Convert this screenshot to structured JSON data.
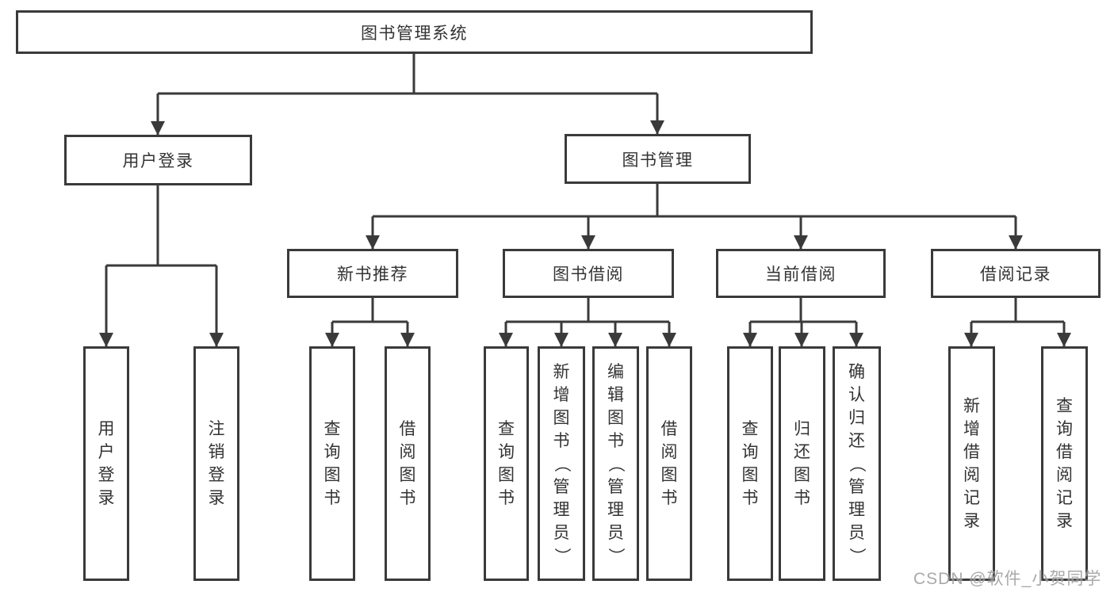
{
  "diagram_title": "图书管理系统",
  "tree": {
    "label": "图书管理系统",
    "children": [
      {
        "label": "用户登录",
        "children": [
          {
            "label": "用户登录"
          },
          {
            "label": "注销登录"
          }
        ]
      },
      {
        "label": "图书管理",
        "children": [
          {
            "label": "新书推荐",
            "children": [
              {
                "label": "查询图书"
              },
              {
                "label": "借阅图书"
              }
            ]
          },
          {
            "label": "图书借阅",
            "children": [
              {
                "label": "查询图书"
              },
              {
                "label": "新增图书（管理员）"
              },
              {
                "label": "编辑图书（管理员）"
              },
              {
                "label": "借阅图书"
              }
            ]
          },
          {
            "label": "当前借阅",
            "children": [
              {
                "label": "查询图书"
              },
              {
                "label": "归还图书"
              },
              {
                "label": "确认归还（管理员）"
              }
            ]
          },
          {
            "label": "借阅记录",
            "children": [
              {
                "label": "新增借阅记录"
              },
              {
                "label": "查询借阅记录"
              }
            ]
          }
        ]
      }
    ]
  },
  "watermark": "CSDN @软件_小贺同学",
  "colors": {
    "line": "#3a3a3a",
    "text": "#333333",
    "background": "#ffffff",
    "watermark": "#9b9b9b"
  }
}
